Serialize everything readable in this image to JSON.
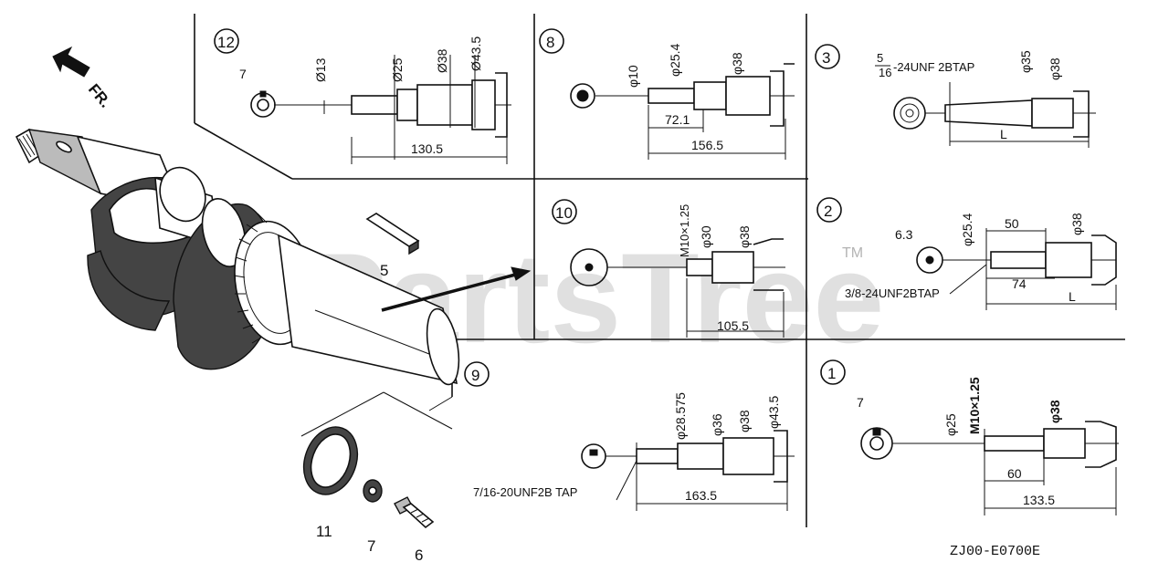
{
  "brand": {
    "text": "PartsTree",
    "tm": "TM"
  },
  "direction_arrow": {
    "label": "FR."
  },
  "drawing_code": "ZJ00-E0700E",
  "parts": [
    {
      "ref": "5"
    },
    {
      "ref": "11"
    },
    {
      "ref": "7"
    },
    {
      "ref": "6"
    }
  ],
  "variants": {
    "v12": {
      "ref": "12",
      "key_label": "7",
      "dims": [
        "Ø13",
        "Ø25",
        "Ø38",
        "Ø43.5"
      ],
      "length": "130.5"
    },
    "v8": {
      "ref": "8",
      "dims": [
        "φ10",
        "φ25.4",
        "φ38"
      ],
      "len1": "72.1",
      "len2": "156.5"
    },
    "v3": {
      "ref": "3",
      "thread_top": "5",
      "thread_bottom": "16",
      "thread_rest": "-24UNF 2BTAP",
      "dims": [
        "φ35",
        "φ38"
      ],
      "length": "L"
    },
    "v10": {
      "ref": "10",
      "dims": [
        "M10×1.25",
        "φ30",
        "φ38"
      ],
      "length": "105.5"
    },
    "v2": {
      "ref": "2",
      "key_label": "6.3",
      "dims": [
        "φ25.4",
        "φ38"
      ],
      "len1": "50",
      "len2": "74",
      "length": "L",
      "thread": "3/8-24UNF2BTAP"
    },
    "v9": {
      "ref": "9",
      "dims": [
        "φ28.575",
        "φ36",
        "φ38",
        "φ43.5"
      ],
      "length": "163.5",
      "thread": "7/16-20UNF2B TAP"
    },
    "v1": {
      "ref": "1",
      "key_label": "7",
      "dims": [
        "φ25",
        "M10×1.25",
        "φ38"
      ],
      "len1": "60",
      "len2": "133.5"
    }
  }
}
